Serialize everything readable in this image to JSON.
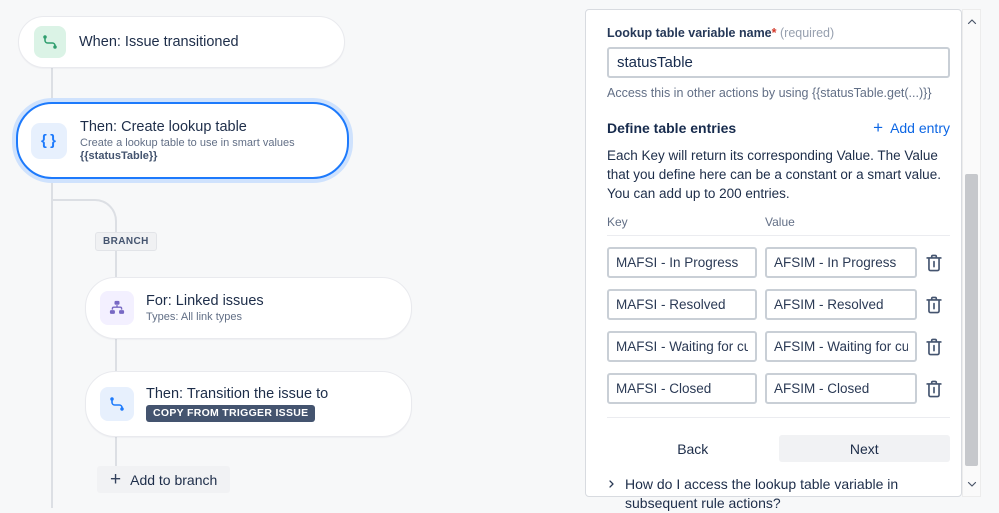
{
  "workflow": {
    "trigger_card": {
      "title": "When: Issue transitioned"
    },
    "lookup_card": {
      "title": "Then: Create lookup table",
      "subtitle": "Create a lookup table to use in smart values",
      "smart_value": "{{statusTable}}"
    },
    "branch_label": "BRANCH",
    "for_card": {
      "title": "For: Linked issues",
      "subtitle": "Types: All link types"
    },
    "transition_card": {
      "title": "Then: Transition the issue to",
      "badge": "COPY FROM TRIGGER ISSUE"
    },
    "add_to_branch_label": "Add to branch",
    "plus_glyph": "+"
  },
  "panel": {
    "variable_label": "Lookup table variable name",
    "required_asterisk": "*",
    "required_hint": " (required)",
    "variable_value": "statusTable",
    "access_hint": "Access this in other actions by using {{statusTable.get(...)}}",
    "entries_heading": "Define table entries",
    "add_entry_label": "Add entry",
    "add_entry_plus": "+",
    "description": "Each Key will return its corresponding Value. The Value that you define here can be a constant or a smart value. You can add up to 200 entries.",
    "columns": {
      "key": "Key",
      "value": "Value"
    },
    "entries": [
      {
        "key": "MAFSI - In Progress",
        "value": "AFSIM - In Progress"
      },
      {
        "key": "MAFSI - Resolved",
        "value": "AFSIM - Resolved"
      },
      {
        "key": "MAFSI - Waiting for cust",
        "value": "AFSIM - Waiting for cust"
      },
      {
        "key": "MAFSI - Closed",
        "value": "AFSIM - Closed"
      }
    ],
    "back_label": "Back",
    "next_label": "Next",
    "help_link": "How do I access the lookup table variable in subsequent rule actions?"
  },
  "colors": {
    "selection_accent": "#1d7afc",
    "link_blue": "#0c66e4",
    "badge_bg": "#44546f",
    "trigger_green": "#2f9e6e",
    "trigger_green_bg": "#dbf3e6",
    "branch_purple": "#7869c4",
    "branch_purple_bg": "#f3f0ff",
    "action_blue": "#1d7afc",
    "action_blue_bg": "#e7f0fd",
    "connector_gray": "#dcdfe4"
  }
}
